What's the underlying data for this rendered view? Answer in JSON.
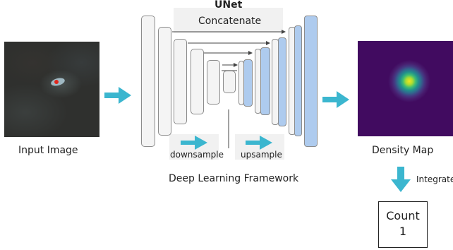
{
  "input_label": "Input Image",
  "output_label": "Density Map",
  "unet_title": "UNet",
  "concatenate_label": "Concatenate",
  "downsample_label": "downsample",
  "upsample_label": "upsample",
  "framework_label": "Deep Learning Framework",
  "integrate_label": "Integrate",
  "count_title": "Count",
  "count_value": "1",
  "colors": {
    "arrow": "#3bb6cf",
    "decoder_fill": "#aecbee",
    "encoder_fill": "#f4f4f4",
    "density_bg": "#410b60",
    "density_peak": "#f2e51e"
  }
}
